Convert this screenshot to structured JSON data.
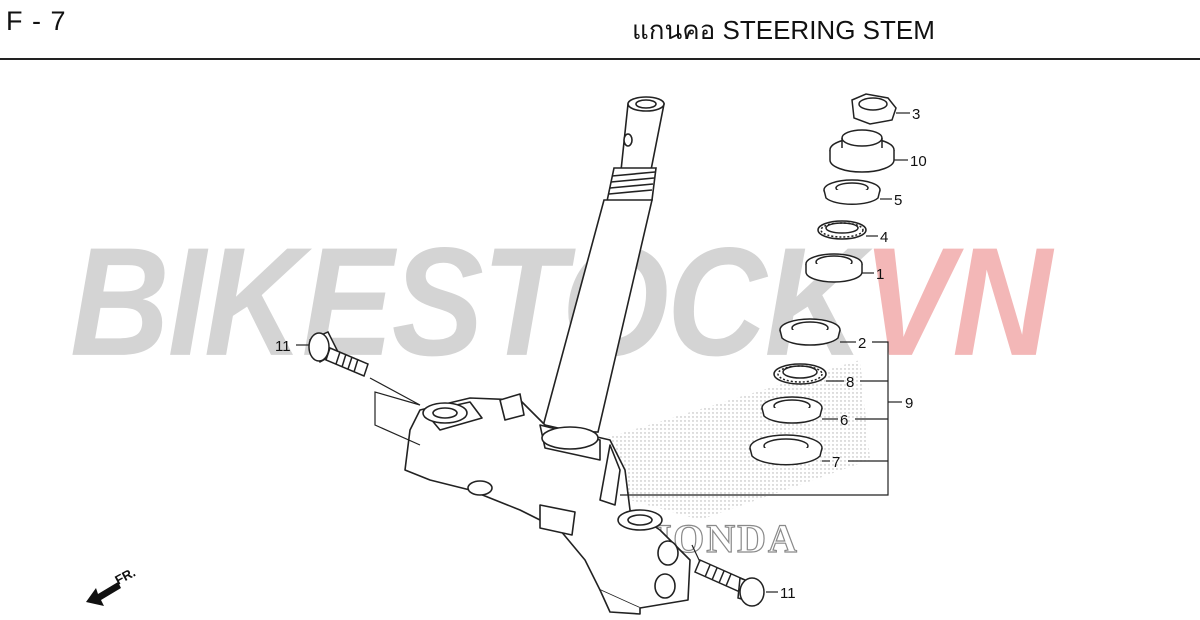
{
  "header": {
    "page_code": "F - 7",
    "title": "แกนคอ  STEERING STEM"
  },
  "watermark": {
    "part1": "BIKESTOCK",
    "part2": "VN",
    "color1": "#d4d4d4",
    "color2": "#f3b7b7"
  },
  "brand_mark": "HONDA",
  "direction_label": "FR.",
  "callouts": {
    "c3": "3",
    "c10": "10",
    "c5": "5",
    "c4": "4",
    "c1": "1",
    "c2": "2",
    "c8": "8",
    "c9": "9",
    "c6": "6",
    "c7": "7",
    "c11_top": "11",
    "c11_bottom": "11"
  }
}
